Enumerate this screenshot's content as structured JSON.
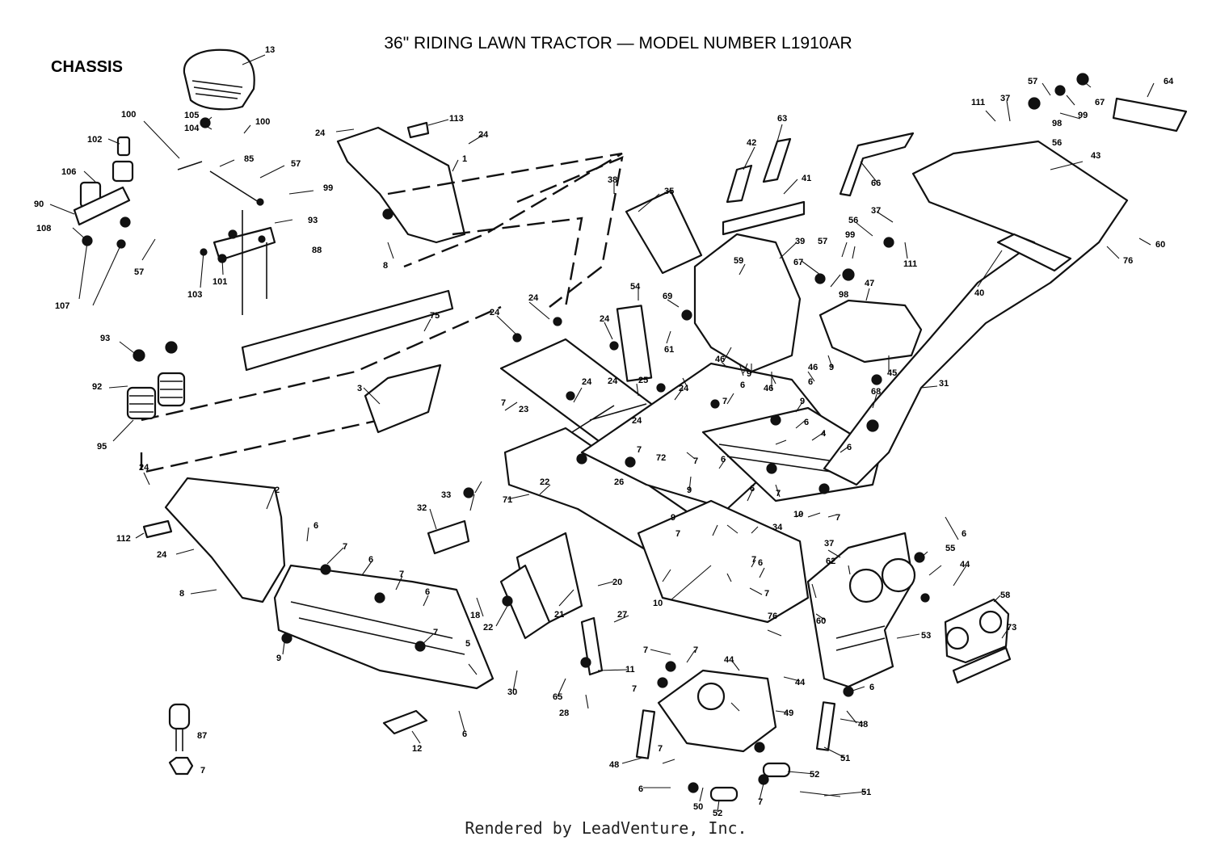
{
  "header": {
    "title": "36\" RIDING LAWN TRACTOR — MODEL NUMBER L1910AR",
    "section": "CHASSIS"
  },
  "footer": {
    "credit": "Rendered by LeadVenture, Inc."
  },
  "callouts": [
    "13",
    "105",
    "104",
    "100",
    "102",
    "106",
    "90",
    "108",
    "107",
    "57",
    "85",
    "57",
    "99",
    "93",
    "88",
    "103",
    "101",
    "100",
    "24",
    "113",
    "24",
    "1",
    "8",
    "38",
    "35",
    "42",
    "63",
    "41",
    "66",
    "111",
    "37",
    "57",
    "98",
    "99",
    "67",
    "56",
    "64",
    "43",
    "60",
    "76",
    "40",
    "39",
    "59",
    "56",
    "37",
    "57",
    "99",
    "111",
    "67",
    "98",
    "47",
    "54",
    "69",
    "61",
    "75",
    "24",
    "24",
    "24",
    "24",
    "46",
    "46",
    "46",
    "9",
    "9",
    "6",
    "45",
    "31",
    "68",
    "93",
    "92",
    "95",
    "3",
    "23",
    "7",
    "24",
    "25",
    "24",
    "24",
    "9",
    "6",
    "4",
    "6",
    "24",
    "7",
    "72",
    "22",
    "26",
    "71",
    "33",
    "32",
    "2",
    "112",
    "24",
    "8",
    "6",
    "7",
    "6",
    "7",
    "6",
    "7",
    "9",
    "5",
    "18",
    "22",
    "21",
    "20",
    "10",
    "27",
    "30",
    "65",
    "11",
    "28",
    "7",
    "7",
    "7",
    "44",
    "44",
    "37",
    "62",
    "55",
    "44",
    "6",
    "76",
    "60",
    "53",
    "58",
    "73",
    "6",
    "48",
    "49",
    "51",
    "48",
    "52",
    "51",
    "50",
    "52",
    "7",
    "6",
    "7",
    "12",
    "6",
    "87",
    "7",
    "7",
    "6",
    "7",
    "10",
    "7",
    "34",
    "7",
    "9",
    "6",
    "7",
    "6",
    "7",
    "9",
    "6",
    "7"
  ]
}
